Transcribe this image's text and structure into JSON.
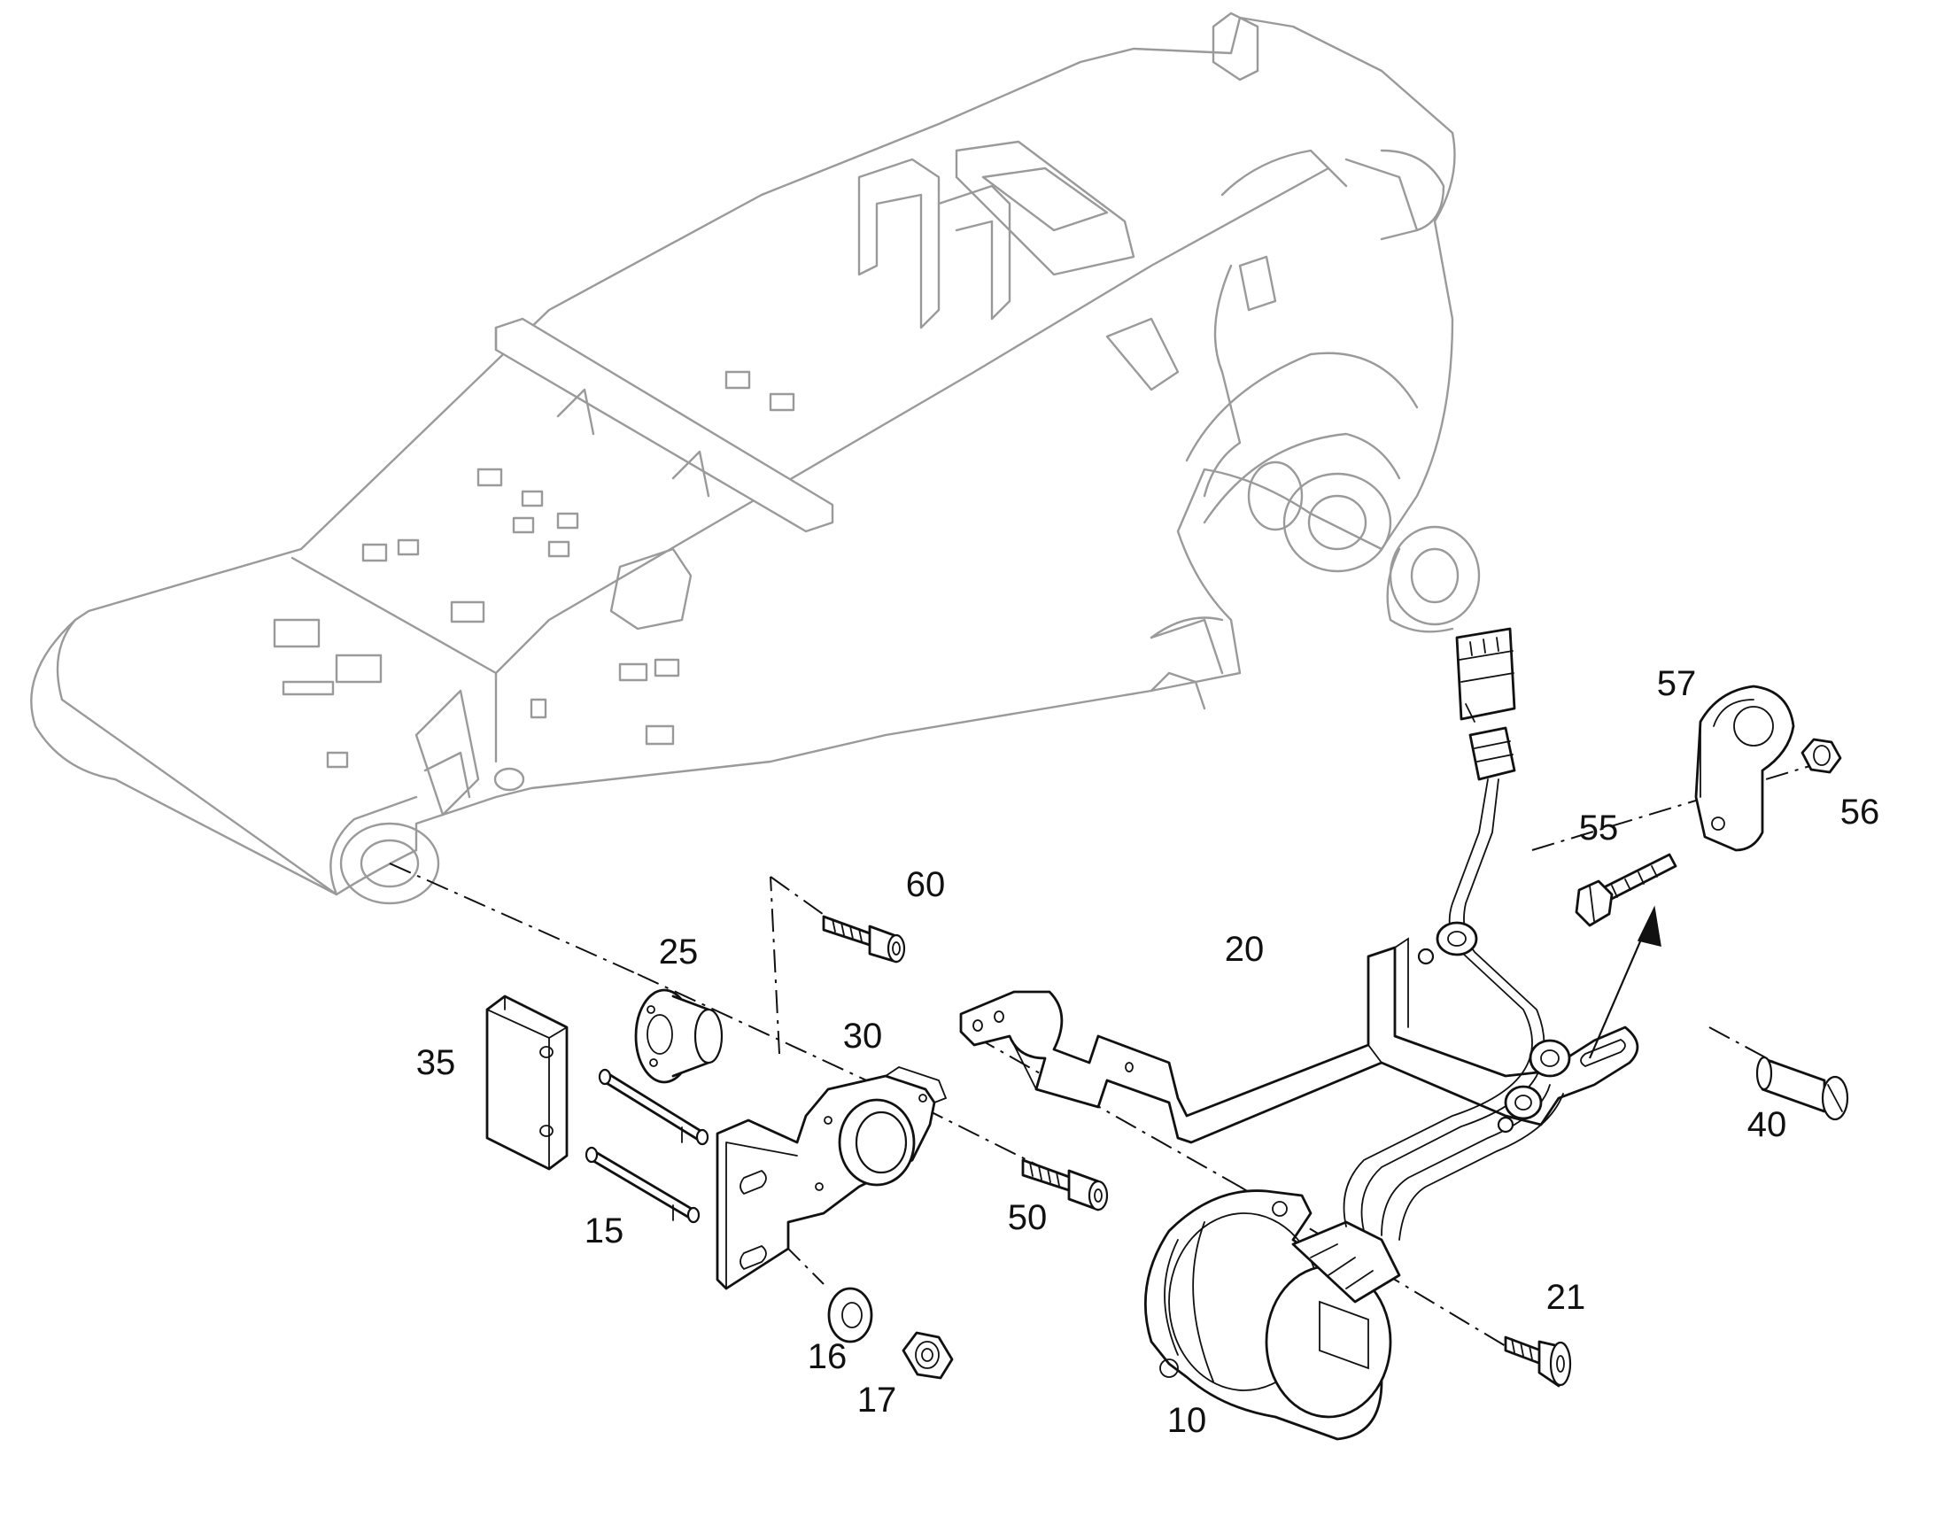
{
  "callouts": {
    "p10": "10",
    "p15": "15",
    "p16": "16",
    "p17": "17",
    "p20": "20",
    "p21": "21",
    "p25": "25",
    "p30": "30",
    "p35": "35",
    "p40": "40",
    "p50": "50",
    "p55": "55",
    "p56": "56",
    "p57": "57",
    "p60": "60"
  }
}
